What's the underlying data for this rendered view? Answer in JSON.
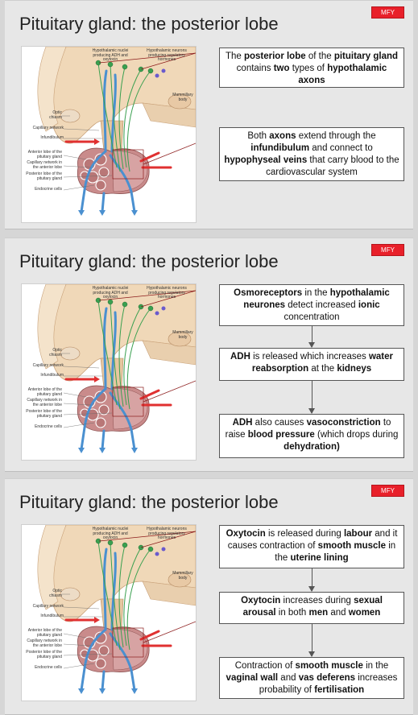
{
  "slides": [
    {
      "badge": "MFY",
      "title": "Pituitary gland: the posterior lobe",
      "boxes": [
        [
          "The ",
          {
            "b": "posterior lobe"
          },
          " of the ",
          {
            "b": "pituitary gland"
          },
          " contains ",
          {
            "b": "two"
          },
          " types of ",
          {
            "b": "hypothalamic axons"
          }
        ],
        [
          "Both ",
          {
            "b": "axons"
          },
          " extend through the ",
          {
            "b": "infundibulum"
          },
          " and connect to ",
          {
            "b": "hypophyseal veins"
          },
          " that carry blood to the cardiovascular system"
        ]
      ]
    },
    {
      "badge": "MFY",
      "title": "Pituitary gland: the posterior lobe",
      "boxes": [
        [
          {
            "b": "Osmoreceptors"
          },
          " in the ",
          {
            "b": "hypothalamic neurones"
          },
          " detect increased ",
          {
            "b": "ionic"
          },
          " concentration"
        ],
        [
          {
            "b": "ADH"
          },
          " is released which increases ",
          {
            "b": "water reabsorption"
          },
          " at the ",
          {
            "b": "kidneys"
          }
        ],
        [
          {
            "b": "ADH"
          },
          " also causes ",
          {
            "b": "vasoconstriction"
          },
          " to raise ",
          {
            "b": "blood pressure"
          },
          " (which drops during ",
          {
            "b": "dehydration)"
          }
        ]
      ]
    },
    {
      "badge": "MFY",
      "title": "Pituitary gland: the posterior lobe",
      "boxes": [
        [
          {
            "b": "Oxytocin"
          },
          " is released during ",
          {
            "b": "labour"
          },
          " and it causes contraction of ",
          {
            "b": "smooth muscle"
          },
          " in the ",
          {
            "b": "uterine lining"
          }
        ],
        [
          {
            "b": "Oxytocin"
          },
          " increases during ",
          {
            "b": "sexual arousal"
          },
          " in both ",
          {
            "b": "men"
          },
          " and ",
          {
            "b": "women"
          }
        ],
        [
          "Contraction of ",
          {
            "b": "smooth muscle"
          },
          " in the ",
          {
            "b": "vaginal wall"
          },
          " and ",
          {
            "b": "vas deferens"
          },
          " increases probability of ",
          {
            "b": "fertilisation"
          }
        ]
      ]
    }
  ],
  "figure_labels": {
    "adh_nuclei": "Hypothalamic nuclei producing ADH and oxytocin",
    "regulatory_neurons": "Hypothalamic neurons producing regulatory hormones",
    "mammillary_body": "Mammillary body",
    "optic_chiasm": "Optic chiasm",
    "capillary_network": "Capillary network",
    "infundibulum": "Infundibulum",
    "anterior_lobe": "Anterior lobe of the pituitary gland",
    "capillary_anterior": "Capillary network in the anterior lobe",
    "posterior_lobe": "Posterior lobe of the pituitary gland",
    "endocrine_cells": "Endocrine cells"
  },
  "colors": {
    "badge": "#e8202a",
    "tissue": "#f0d8b8",
    "pituitary": "#c98b8b",
    "vein": "#4a90d0",
    "artery": "#e03030",
    "axon": "#3aa050",
    "callout": "#8b1a1a"
  }
}
